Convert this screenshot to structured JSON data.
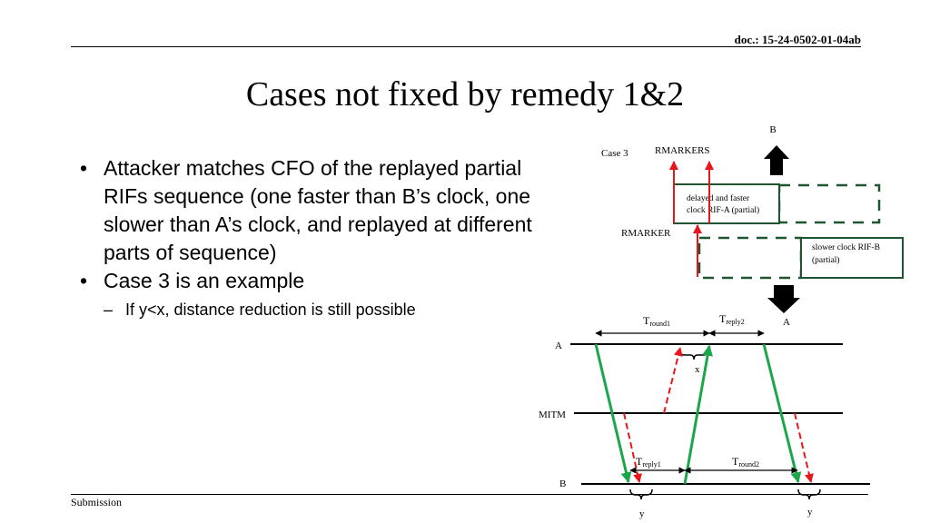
{
  "header": {
    "doc_number": "doc.: 15-24-0502-01-04ab"
  },
  "title": "Cases not fixed by remedy 1&2",
  "bullets": [
    {
      "text": "Attacker matches CFO of the replayed partial RIFs sequence (one faster than B’s clock, one slower than A’s clock, and replayed at different parts of sequence)"
    },
    {
      "text": "Case 3 is an example",
      "sub": "If y<x, distance reduction is still possible"
    }
  ],
  "footer": {
    "label": "Submission"
  },
  "diagram_top": {
    "case_label": "Case 3",
    "rmarkers_label": "RMARKERS",
    "rmarker_label": "RMARKER",
    "b_label": "B",
    "a_label": "A",
    "delayed_box": [
      "delayed and faster",
      "clock RIF-A (partial)"
    ],
    "slower_box": [
      "slower clock RIF-B",
      "(partial)"
    ]
  },
  "diagram_bottom": {
    "line_a": "A",
    "line_mitm": "MITM",
    "line_b": "B",
    "t_round1": {
      "main": "T",
      "sub": "round1"
    },
    "t_reply2": {
      "main": "T",
      "sub": "reply2"
    },
    "t_reply1": {
      "main": "T",
      "sub": "reply1"
    },
    "t_round2": {
      "main": "T",
      "sub": "round2"
    },
    "x": "x",
    "y1": "y",
    "y2": "y"
  },
  "colors": {
    "box_border": "#1e5631",
    "signal_green": "#1aa64a",
    "marker_red": "#e8161b",
    "arrow_black": "#000000"
  }
}
